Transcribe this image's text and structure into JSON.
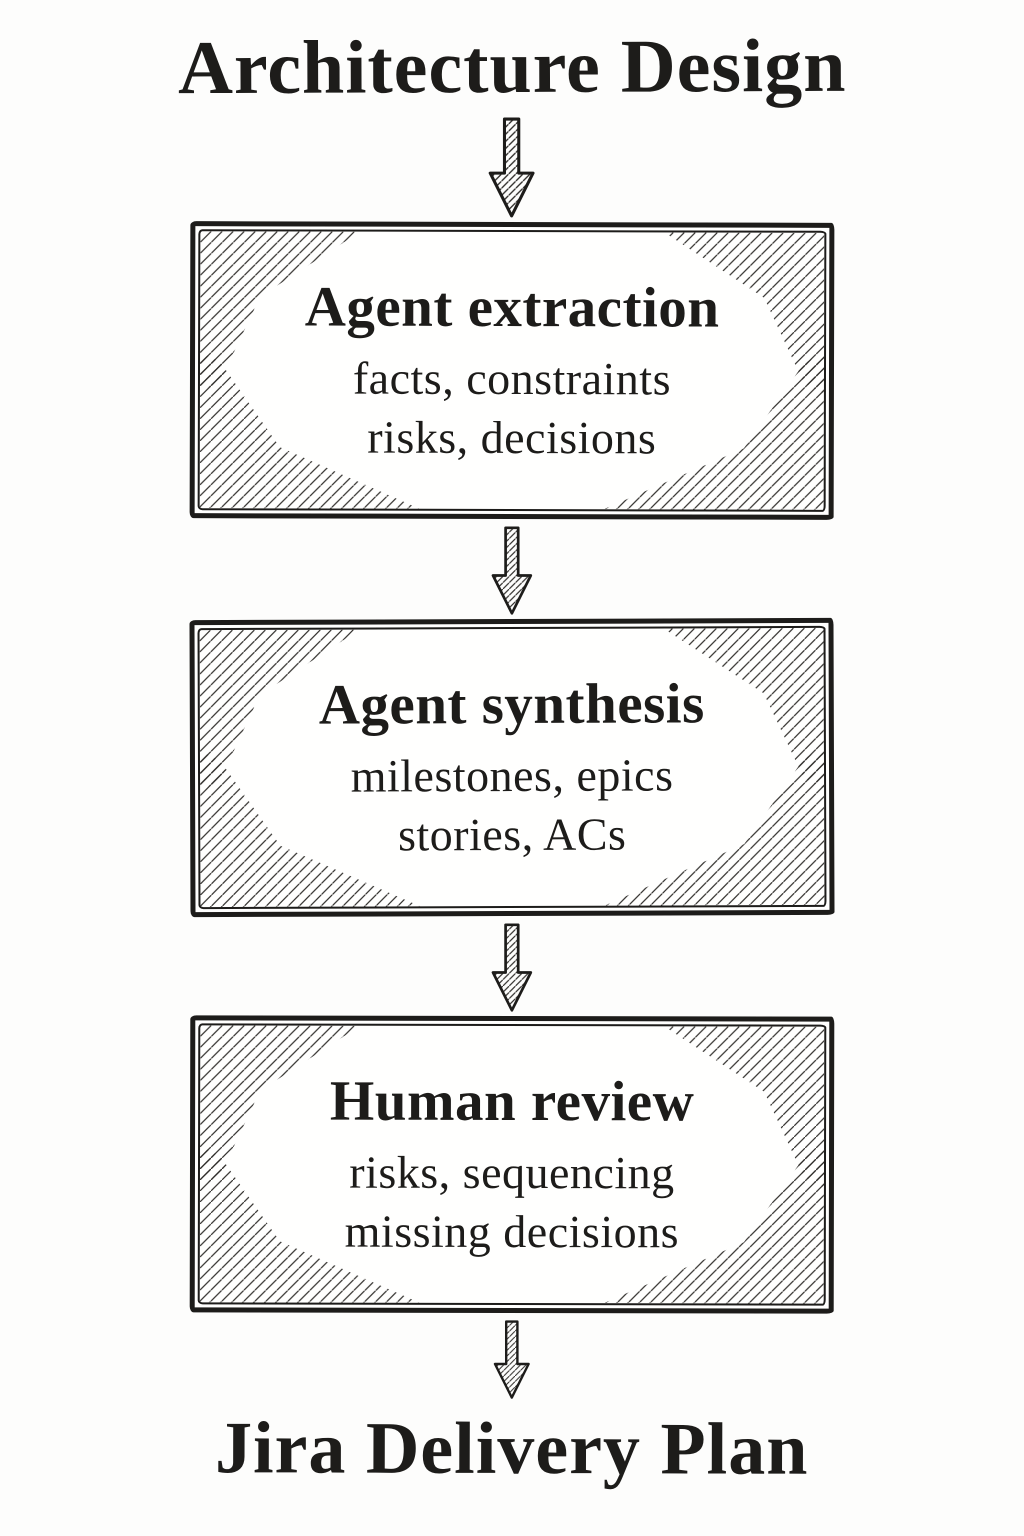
{
  "diagram": {
    "type": "flowchart",
    "direction": "top-down",
    "style": "hand-drawn-ink-sketch",
    "source_label": "Architecture Design",
    "sink_label": "Jira Delivery Plan",
    "nodes": [
      {
        "id": "agent-extraction",
        "title": "Agent extraction",
        "details": [
          "facts, constraints",
          "risks, decisions"
        ]
      },
      {
        "id": "agent-synthesis",
        "title": "Agent synthesis",
        "details": [
          "milestones, epics",
          "stories, ACs"
        ]
      },
      {
        "id": "human-review",
        "title": "Human review",
        "details": [
          "risks, sequencing",
          "missing decisions"
        ]
      }
    ],
    "edges": [
      {
        "from": "Architecture Design",
        "to": "Agent extraction"
      },
      {
        "from": "Agent extraction",
        "to": "Agent synthesis"
      },
      {
        "from": "Agent synthesis",
        "to": "Human review"
      },
      {
        "from": "Human review",
        "to": "Jira Delivery Plan"
      }
    ],
    "icons": {
      "connector": "down-block-arrow-icon"
    },
    "colors": {
      "ink": "#1d1c1a",
      "background": "#fdfdfc"
    }
  }
}
